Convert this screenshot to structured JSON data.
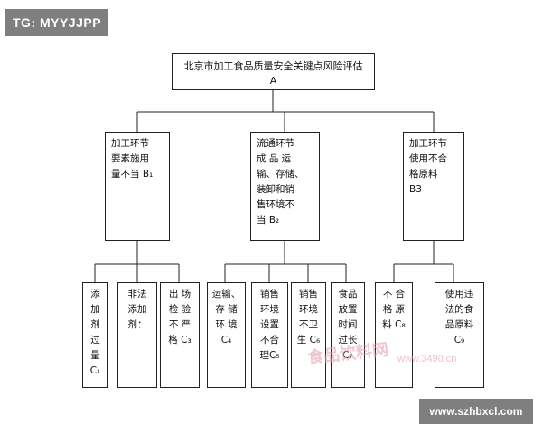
{
  "tags": {
    "top": "TG: MYYJJPP",
    "bottom": "www.szhbxcl.com"
  },
  "root": {
    "text": "北京市加工食品质量安全关键点风险评估\nA"
  },
  "branches": [
    {
      "label": "加工环节\n要素施用\n量不当 B₁",
      "children": [
        {
          "label": "添\n加\n剂\n过\n量\nC₁"
        },
        {
          "label": "非法\n添加\n剂："
        },
        {
          "label": "出 场\n检 验\n不 严\n格 C₃"
        }
      ]
    },
    {
      "label": "流通环节\n成 品 运\n输、存储、\n装卸和销\n售环境不\n当 B₂",
      "children": [
        {
          "label": "运输、\n存 储\n环 境\nC₄"
        },
        {
          "label": "销售\n环境\n设置\n不合\n理C₅"
        },
        {
          "label": "销售\n环境\n不卫\n生 C₆"
        },
        {
          "label": "食品\n放置\n时间\n过长C₇"
        }
      ]
    },
    {
      "label": "加工环节\n使用不合\n格原料\nB3",
      "children": [
        {
          "label": "不 合\n格 原\n料 C₈"
        },
        {
          "label": "使用违\n法的食\n品原料\nC₉"
        }
      ]
    }
  ],
  "watermark": {
    "text": "食品饮料网",
    "site": "www.3490.cn"
  }
}
